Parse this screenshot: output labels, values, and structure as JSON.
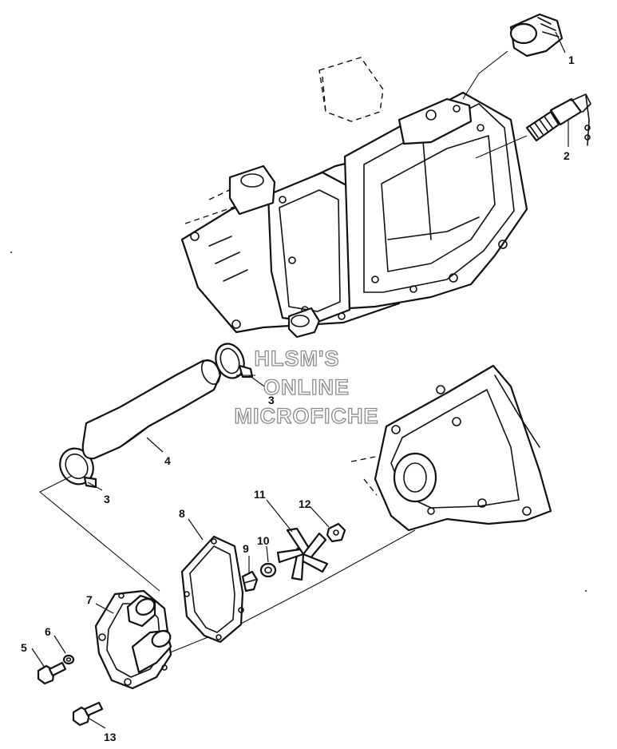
{
  "watermark": {
    "line1": "HLSM'S",
    "line2": "ONLINE",
    "line3": "MICROFICHE"
  },
  "callouts": [
    {
      "id": "c1",
      "label": "1",
      "part": "thermostat-cap"
    },
    {
      "id": "c2",
      "label": "2",
      "part": "temperature-sensor"
    },
    {
      "id": "c3a",
      "label": "3",
      "part": "hose-clamp-upper"
    },
    {
      "id": "c3b",
      "label": "3",
      "part": "hose-clamp-lower"
    },
    {
      "id": "c4",
      "label": "4",
      "part": "coolant-hose"
    },
    {
      "id": "c5",
      "label": "5",
      "part": "bolt"
    },
    {
      "id": "c6",
      "label": "6",
      "part": "washer"
    },
    {
      "id": "c7",
      "label": "7",
      "part": "water-pump-cover"
    },
    {
      "id": "c8",
      "label": "8",
      "part": "pump-gasket"
    },
    {
      "id": "c9",
      "label": "9",
      "part": "drain-plug"
    },
    {
      "id": "c10",
      "label": "10",
      "part": "impeller-washer"
    },
    {
      "id": "c11",
      "label": "11",
      "part": "impeller"
    },
    {
      "id": "c12",
      "label": "12",
      "part": "nut"
    },
    {
      "id": "c13",
      "label": "13",
      "part": "bolt"
    }
  ],
  "colors": {
    "ink": "#111111",
    "paper": "#ffffff",
    "watermark_outline": "#8a8a8a"
  }
}
